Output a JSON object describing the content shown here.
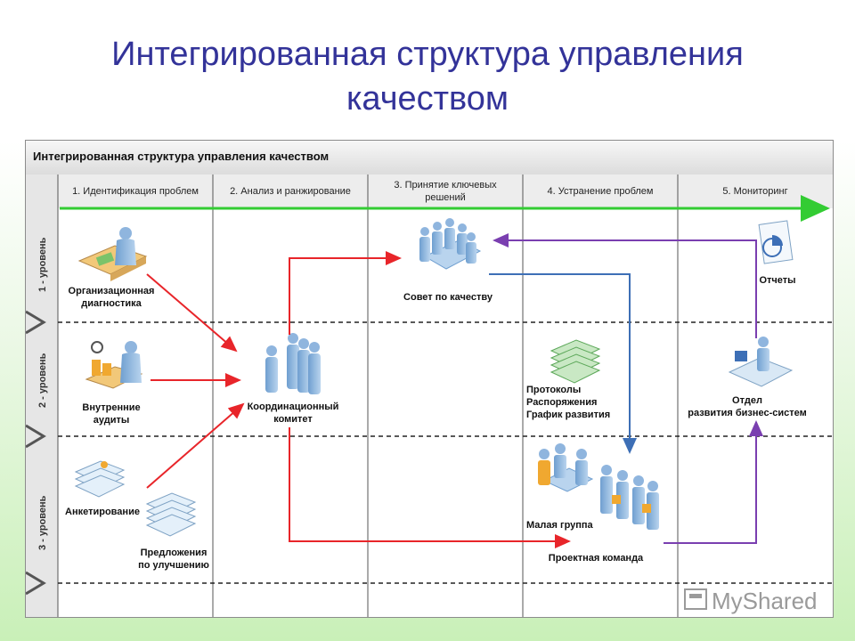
{
  "slide": {
    "title_line1": "Интегрированная структура управления",
    "title_line2": "качеством"
  },
  "diagram": {
    "header": "Интегрированная структура управления качеством",
    "columns": [
      {
        "label": "1. Идентификация проблем"
      },
      {
        "label": "2. Анализ и ранжирование"
      },
      {
        "label_line1": "3. Принятие ключевых",
        "label_line2": "решений"
      },
      {
        "label": "4. Устранение проблем"
      },
      {
        "label": "5. Мониторинг"
      }
    ],
    "levels": [
      {
        "label": "1 - уровень"
      },
      {
        "label": "2 - уровень"
      },
      {
        "label": "3 - уровень"
      }
    ],
    "nodes": {
      "org_diag_1": "Организационная",
      "org_diag_2": "диагностика",
      "audits_1": "Внутренние",
      "audits_2": "аудиты",
      "survey": "Анкетирование",
      "proposals_1": "Предложения",
      "proposals_2": "по улучшению",
      "committee_1": "Координационный",
      "committee_2": "комитет",
      "council": "Совет по качеству",
      "protocols_1": "Протоколы",
      "protocols_2": "Распоряжения",
      "protocols_3": "График развития",
      "small_group": "Малая группа",
      "project_team": "Проектная команда",
      "reports": "Отчеты",
      "bizsys_1": "Отдел",
      "bizsys_2": "развития бизнес-систем"
    },
    "colors": {
      "red_arrow": "#e8252a",
      "blue_arrow": "#3d6fb6",
      "purple_arrow": "#7a3fb0",
      "green_arrow": "#33cc33",
      "title": "#333399"
    }
  },
  "watermark": {
    "text": "MyShared"
  }
}
